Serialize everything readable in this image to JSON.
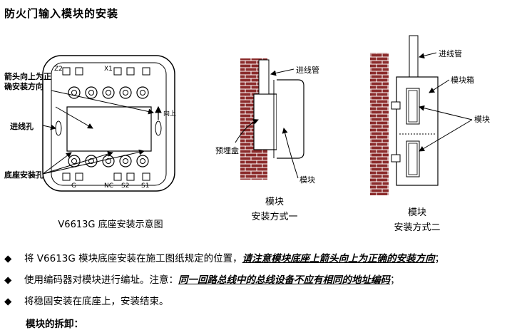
{
  "title": "防火门输入模块的安装",
  "fig1": {
    "caption": "V6613G 底座安装示意图",
    "label_arrow": "箭头向上为正确安装方向",
    "label_hole": "进线孔",
    "label_base_hole": "底座安装孔",
    "term_top_left": "Z2",
    "term_top_mid": "X1",
    "term_up": "向上",
    "term_b1": "G",
    "term_b2": "NC",
    "term_b3": "S2",
    "term_b4": "S1"
  },
  "fig2": {
    "caption_line1": "模块",
    "caption_line2": "安装方式一",
    "label_pipe": "进线管",
    "label_box": "预埋盒",
    "label_module": "模块"
  },
  "fig3": {
    "caption_line1": "模块",
    "caption_line2": "安装方式二",
    "label_pipe": "进线管",
    "label_box": "模块箱",
    "label_module": "模块"
  },
  "bullets": [
    {
      "marker": "◆",
      "text": "将 V6613G 模块底座安装在施工图纸规定的位置，",
      "emphasis": "请注意模块底座上箭头向上为正确的安装方向",
      "tail": "；"
    },
    {
      "marker": "◆",
      "text": "使用编码器对模块进行编址。注意：",
      "emphasis": "同一回路总线中的总线设备不应有相同的地址编码",
      "tail": "；"
    },
    {
      "marker": "◆",
      "text": "将稳固安装在底座上，安装结束。",
      "emphasis": "",
      "tail": ""
    }
  ],
  "subheading": "模块的拆卸："
}
